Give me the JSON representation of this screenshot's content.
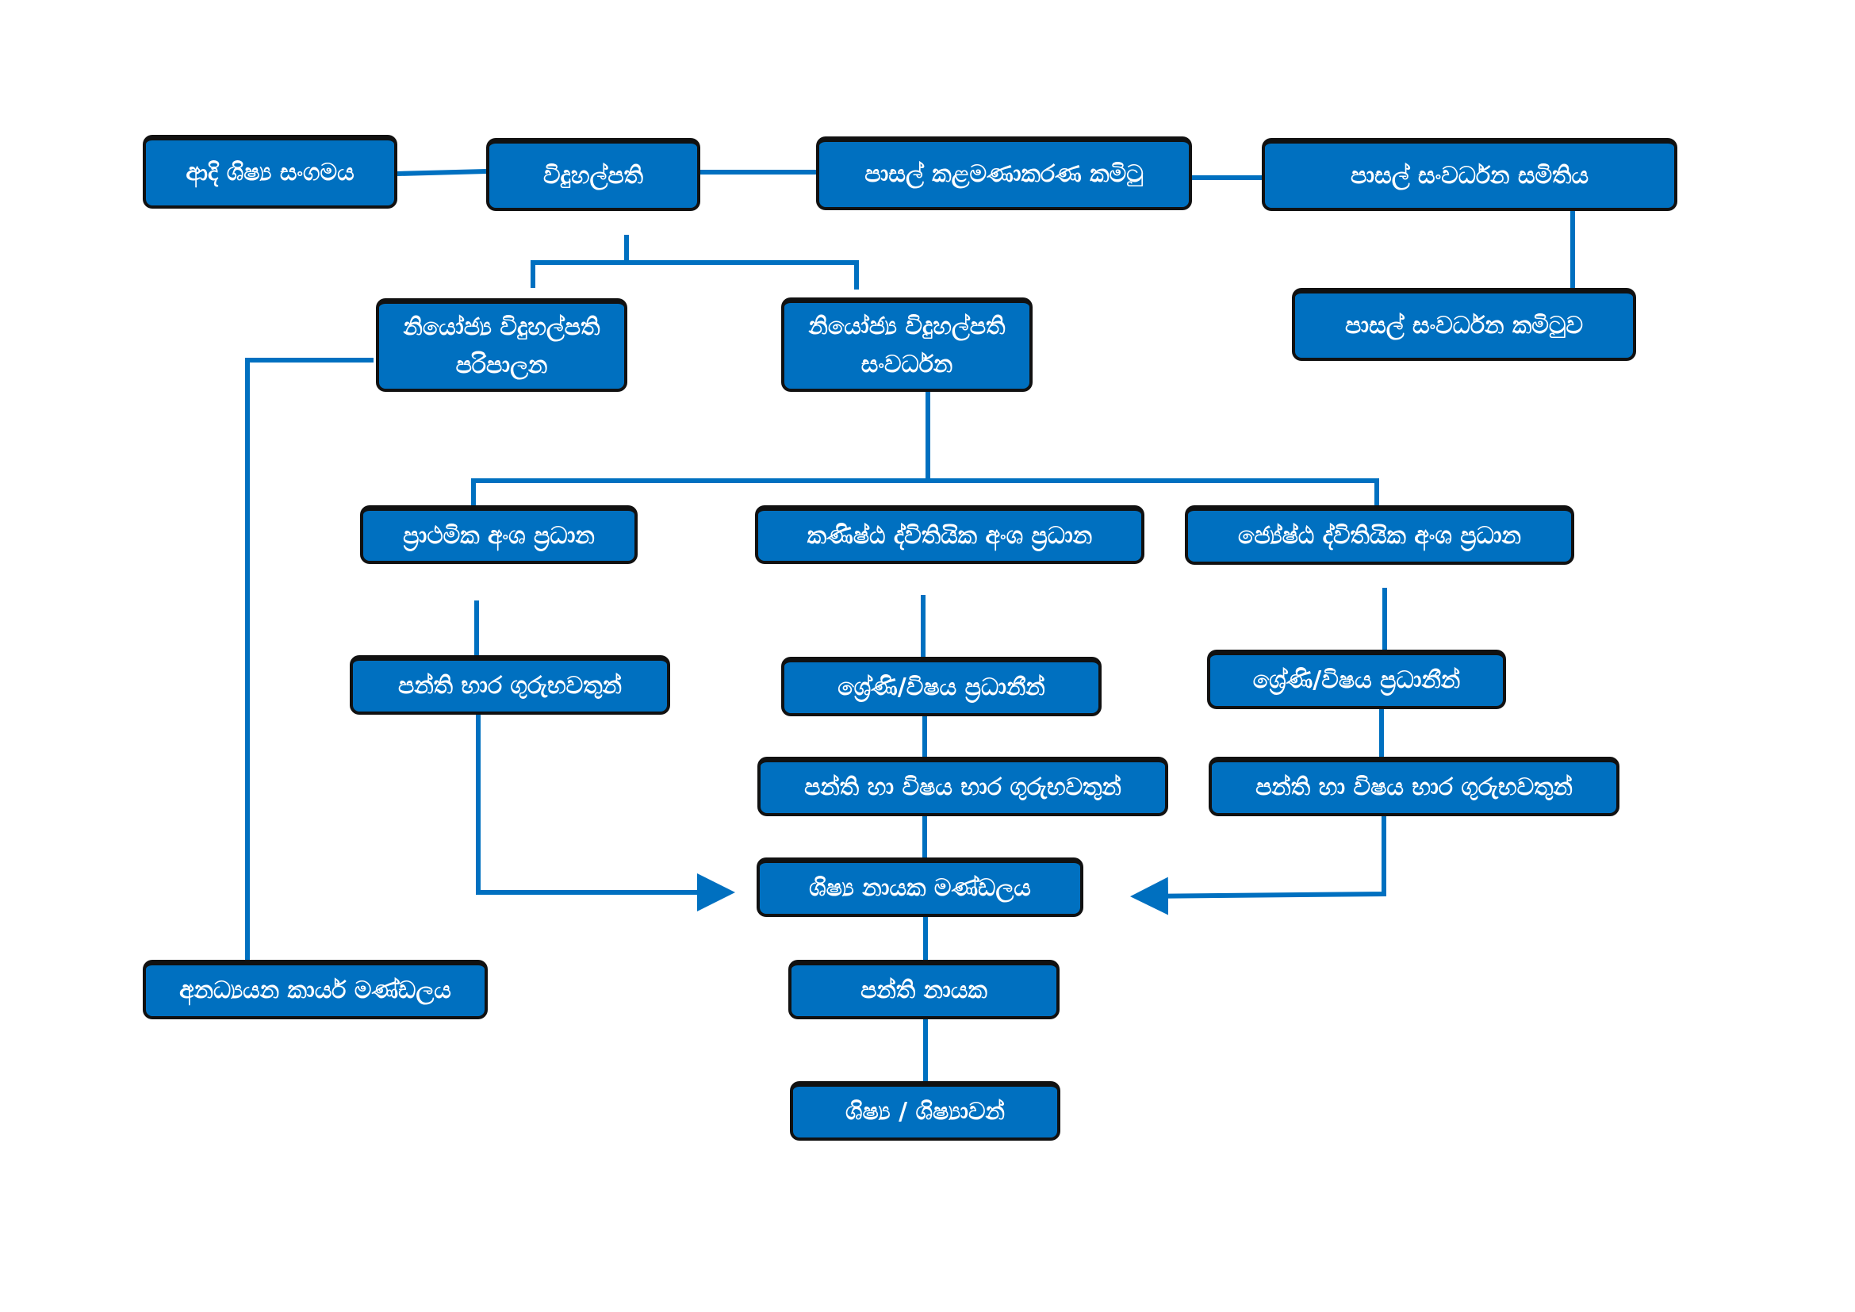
{
  "colors": {
    "box_fill": "#0070c0",
    "box_border": "#111111",
    "connector": "#0070c0",
    "text": "#ffffff"
  },
  "nodes": {
    "past_pupils": "ආදි ශිෂ්‍ය සංගමය",
    "principal": "විදුහල්පති",
    "school_management_committee": "පාසල් කළමණාකරණ කමිටු",
    "school_development_society": "පාසල් සංවර්ධන සමිතිය",
    "school_development_committee": "පාසල් සංවර්ධන කමිටුව",
    "deputy_admin": {
      "line1": "නියෝජ්‍ය විදුහල්පති",
      "line2": "පරිපාලන"
    },
    "deputy_dev": {
      "line1": "නියෝජ්‍ය විදුහල්පති",
      "line2": "සංවර්ධන"
    },
    "primary_head": "ප්‍රාථමික අංශ ප්‍රධාන",
    "junior_secondary_head": "කණිෂ්ඨ ද්විතියික අංශ ප්‍රධාන",
    "senior_secondary_head": "ජ්‍යේෂ්ඨ ද්විතියික අංශ ප්‍රධාන",
    "class_teachers": "පන්ති භාර ගුරුභවතුන්",
    "grade_subject_heads_junior": "ශ්‍රේණි/විෂය ප්‍රධානීන්",
    "grade_subject_heads_senior": "ශ්‍රේණි/විෂය ප්‍රධානීන්",
    "class_subject_teachers_junior": "පන්ති හා විෂය භාර ගුරුභවතුන්",
    "class_subject_teachers_senior": "පන්ති හා විෂය භාර ගුරුභවතුන්",
    "prefects_board": "ශිෂ්‍ය නායක මණ්ඩලය",
    "non_academic_staff": "අනධ්‍යයන කාර්ය මණ්ඩලය",
    "class_monitors": "පන්ති නායක",
    "students": "ශිෂ්‍ය / ශිෂ්‍යාවන්"
  }
}
